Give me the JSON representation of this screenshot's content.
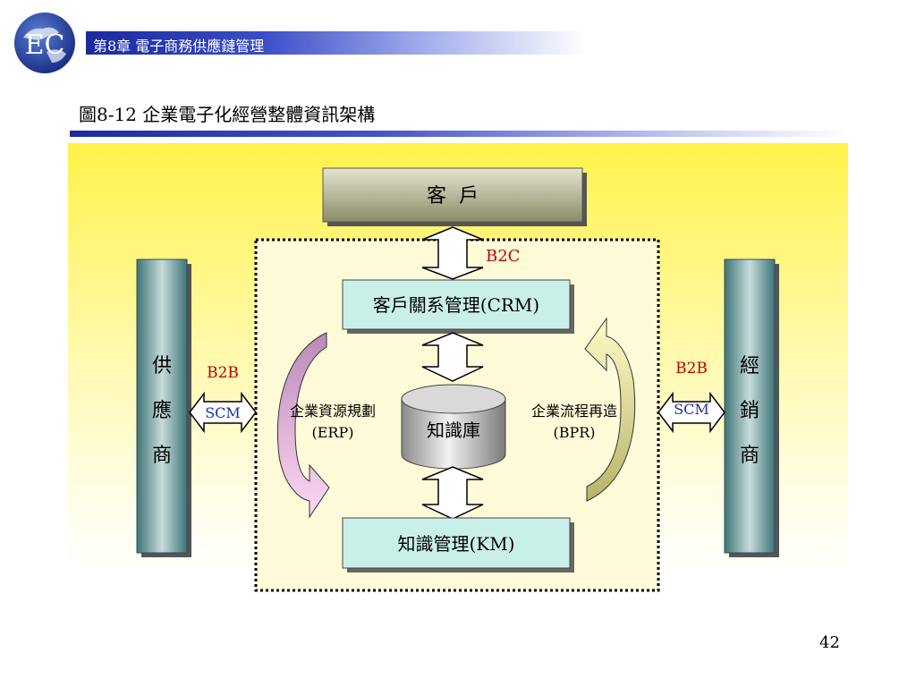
{
  "header": {
    "logo_text": "EC",
    "chapter_title": "第8章  電子商務供應鏈管理"
  },
  "figure": {
    "title": "圖8-12  企業電子化經營整體資訊架構"
  },
  "diagram": {
    "customer": "客  戶",
    "b2c": "B2C",
    "crm": "客戶關系管理(CRM)",
    "knowledge_base": "知識庫",
    "km": "知識管理(KM)",
    "erp_line1": "企業資源規劃",
    "erp_line2": "(ERP)",
    "bpr_line1": "企業流程再造",
    "bpr_line2": "(BPR)",
    "supplier": [
      "供",
      "應",
      "商"
    ],
    "distributor": [
      "經",
      "銷",
      "商"
    ],
    "b2b_left": "B2B",
    "b2b_right": "B2B",
    "scm_left": "SCM",
    "scm_right": "SCM"
  },
  "colors": {
    "accent_red": "#c00000",
    "scm_blue": "#1f2fa0",
    "header_blue": "#1c2a9e"
  },
  "page_number": "42"
}
